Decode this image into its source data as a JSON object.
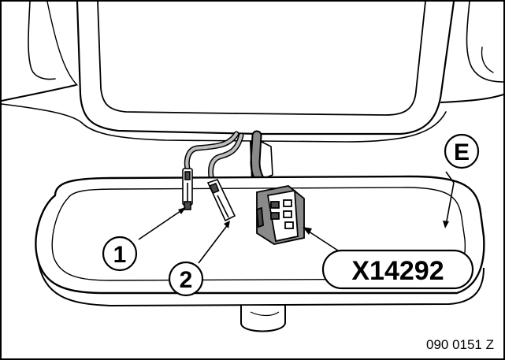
{
  "diagram": {
    "callouts": {
      "item1": "1",
      "item2": "2",
      "itemE": "E",
      "connector": "X14292"
    },
    "reference_code": "090 0151 Z"
  },
  "colors": {
    "ink": "#000000",
    "paper": "#ffffff",
    "cable_dark": "#4a4a4a",
    "cable_light": "#bdbdbd"
  }
}
